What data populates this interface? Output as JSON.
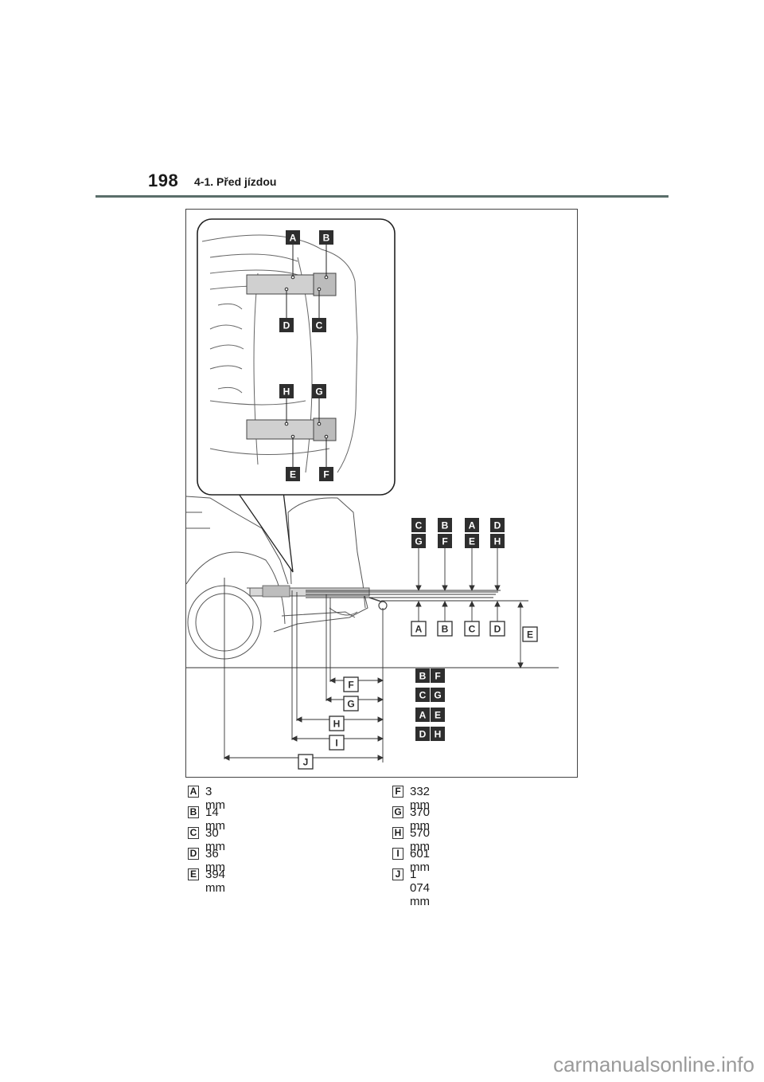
{
  "header": {
    "page_number": "198",
    "section": "4-1. Před jízdou"
  },
  "figure": {
    "inset_labels": [
      "A",
      "B",
      "D",
      "C",
      "H",
      "G",
      "E",
      "F"
    ],
    "upper_column_labels": [
      [
        "C",
        "G"
      ],
      [
        "B",
        "F"
      ],
      [
        "A",
        "E"
      ],
      [
        "D",
        "H"
      ]
    ],
    "lower_row_labels": [
      "A",
      "B",
      "C",
      "D"
    ],
    "height_label": "E",
    "horizontal_dimensions": [
      {
        "label": "F",
        "pair": [
          "B",
          "F"
        ]
      },
      {
        "label": "G",
        "pair": [
          "C",
          "G"
        ]
      },
      {
        "label": "H",
        "pair": [
          "A",
          "E"
        ]
      },
      {
        "label": "I",
        "pair": [
          "D",
          "H"
        ]
      },
      {
        "label": "J",
        "pair": []
      }
    ]
  },
  "legend": [
    {
      "key": "A",
      "value": "3 mm"
    },
    {
      "key": "B",
      "value": "14 mm"
    },
    {
      "key": "C",
      "value": "30 mm"
    },
    {
      "key": "D",
      "value": "36 mm"
    },
    {
      "key": "E",
      "value": "394 mm"
    },
    {
      "key": "F",
      "value": "332 mm"
    },
    {
      "key": "G",
      "value": "370 mm"
    },
    {
      "key": "H",
      "value": "570 mm"
    },
    {
      "key": "I",
      "value": "601 mm"
    },
    {
      "key": "J",
      "value": "1 074 mm"
    }
  ],
  "watermark": "carmanualsonline.info"
}
